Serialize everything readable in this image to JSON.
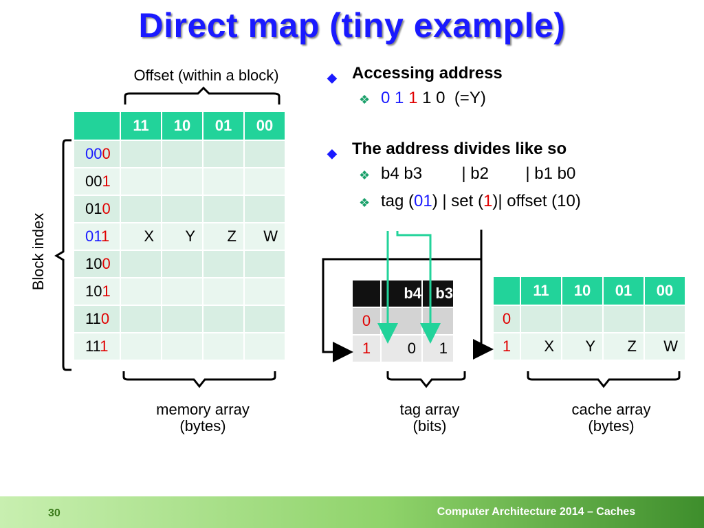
{
  "title": "Direct map (tiny example)",
  "labels": {
    "offset": "Offset (within a block)",
    "block_index": "Block index",
    "memory_array_1": "memory array",
    "memory_array_2": "(bytes)",
    "tag_array_1": "tag array",
    "tag_array_2": "(bits)",
    "cache_array_1": "cache array",
    "cache_array_2": "(bytes)"
  },
  "memory": {
    "columns": [
      "11",
      "10",
      "01",
      "00"
    ],
    "rows": [
      {
        "prefix": "00",
        "last": "0",
        "cells": [
          "",
          "",
          "",
          ""
        ],
        "highlight": true
      },
      {
        "prefix": "00",
        "last": "1",
        "cells": [
          "",
          "",
          "",
          ""
        ],
        "highlight": false
      },
      {
        "prefix": "01",
        "last": "0",
        "cells": [
          "",
          "",
          "",
          ""
        ],
        "highlight": false
      },
      {
        "prefix": "01",
        "last": "1",
        "cells": [
          "X",
          "Y",
          "Z",
          "W"
        ],
        "highlight": true
      },
      {
        "prefix": "10",
        "last": "0",
        "cells": [
          "",
          "",
          "",
          ""
        ],
        "highlight": false
      },
      {
        "prefix": "10",
        "last": "1",
        "cells": [
          "",
          "",
          "",
          ""
        ],
        "highlight": false
      },
      {
        "prefix": "11",
        "last": "0",
        "cells": [
          "",
          "",
          "",
          ""
        ],
        "highlight": false
      },
      {
        "prefix": "11",
        "last": "1",
        "cells": [
          "",
          "",
          "",
          ""
        ],
        "highlight": false
      }
    ]
  },
  "tag": {
    "columns": [
      "b4",
      "b3"
    ],
    "rows": [
      {
        "index": "0",
        "cells": [
          "",
          ""
        ]
      },
      {
        "index": "1",
        "cells": [
          "0",
          "1"
        ]
      }
    ]
  },
  "cache": {
    "columns": [
      "11",
      "10",
      "01",
      "00"
    ],
    "rows": [
      {
        "index": "0",
        "cells": [
          "",
          "",
          "",
          ""
        ]
      },
      {
        "index": "1",
        "cells": [
          "X",
          "Y",
          "Z",
          "W"
        ]
      }
    ]
  },
  "bullets": {
    "b1_title": "Accessing address",
    "b1_addr": {
      "d0": "0",
      "d1": "1",
      "d2": "1",
      "rest": "1 0",
      "suffix": "(=Y)"
    },
    "b2_title": "The address divides like so",
    "b2_line1": {
      "a": "b4 b3",
      "b": "| b2",
      "c": "| b1 b0"
    },
    "b2_line2": {
      "p1": "tag (",
      "tag": "01",
      "p2": ")  | set (",
      "set": "1",
      "p3": ")| offset (10)"
    }
  },
  "footer": {
    "page": "30",
    "text": "Computer Architecture 2014 – Caches"
  },
  "colors": {
    "title": "#1a1aff",
    "header": "#22d39a",
    "red": "#e00000",
    "blue": "#1a1aff"
  }
}
